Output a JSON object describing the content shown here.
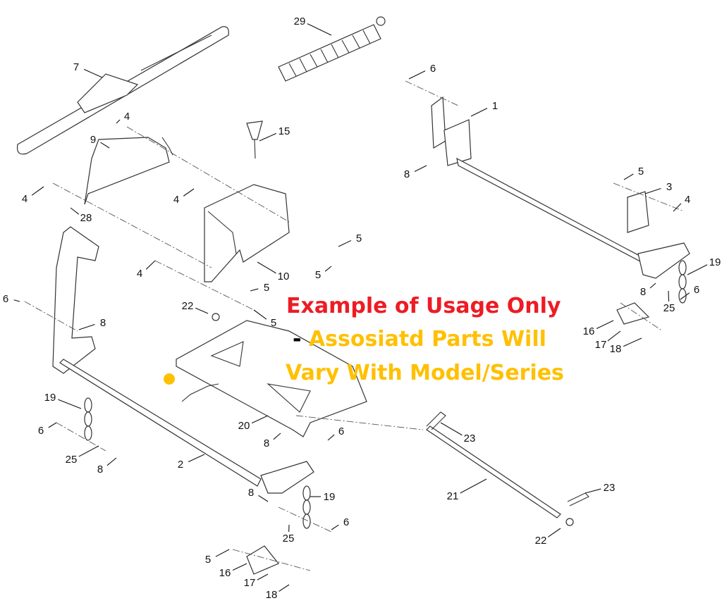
{
  "diagram": {
    "callouts": [
      "29",
      "7",
      "6",
      "1",
      "4",
      "15",
      "9",
      "8",
      "5",
      "3",
      "4",
      "4",
      "4",
      "28",
      "5",
      "4",
      "10",
      "5",
      "5",
      "19",
      "22",
      "6",
      "8",
      "5",
      "8",
      "6",
      "25",
      "16",
      "17",
      "18",
      "19",
      "6",
      "20",
      "6",
      "8",
      "23",
      "25",
      "8",
      "2",
      "8",
      "19",
      "23",
      "21",
      "6",
      "25",
      "22",
      "5",
      "16",
      "17",
      "18"
    ]
  },
  "overlay": {
    "line1": "Example of Usage Only",
    "line2_dash": "-",
    "line2": " Assosiatd Parts Will",
    "line3": "Vary With Model/Series",
    "color_red": "#ED1C24",
    "color_yellow": "#FFC000"
  }
}
